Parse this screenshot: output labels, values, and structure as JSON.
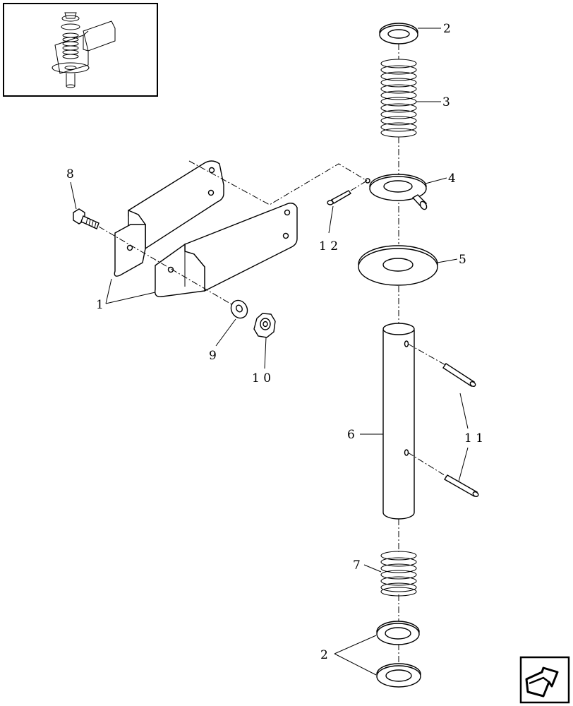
{
  "callouts": {
    "c1": "1",
    "c2_top": "2",
    "c2_bottom": "2",
    "c3": "3",
    "c4": "4",
    "c5": "5",
    "c6": "6",
    "c7": "7",
    "c8": "8",
    "c9": "9",
    "c10": "1 0",
    "c11": "1 1",
    "c12": "1 2"
  },
  "icons": {
    "thumbnail": "assembly-thumbnail-icon",
    "nav": "next-page-arrow-icon"
  },
  "colors": {
    "ink": "#000000",
    "paper": "#ffffff"
  }
}
